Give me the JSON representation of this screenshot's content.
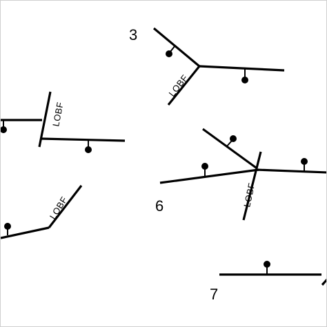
{
  "figure": {
    "panels": [
      {
        "id": "panel-3",
        "number": "3",
        "fault_label": "LOBF"
      },
      {
        "id": "panel-left-top",
        "number": "",
        "fault_label": "LOBF"
      },
      {
        "id": "panel-left-bottom",
        "number": "",
        "fault_label": "LOBF"
      },
      {
        "id": "panel-6",
        "number": "6",
        "fault_label": "LOBF"
      },
      {
        "id": "panel-7",
        "number": "7",
        "fault_label": ""
      }
    ]
  }
}
